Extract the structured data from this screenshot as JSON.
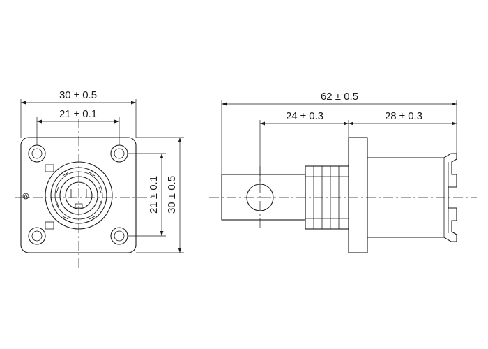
{
  "front_view": {
    "width_label": "30 ± 0.5",
    "hole_spacing_h_label": "21 ± 0.1",
    "hole_spacing_v_label": "21 ± 0.1",
    "height_label": "30 ± 0.5"
  },
  "side_view": {
    "overall_length_label": "62 ± 0.5",
    "pin_length_label": "24 ± 0.3",
    "body_length_label": "28 ± 0.3"
  },
  "colors": {
    "line": "#1a1a1a",
    "background": "#ffffff"
  }
}
